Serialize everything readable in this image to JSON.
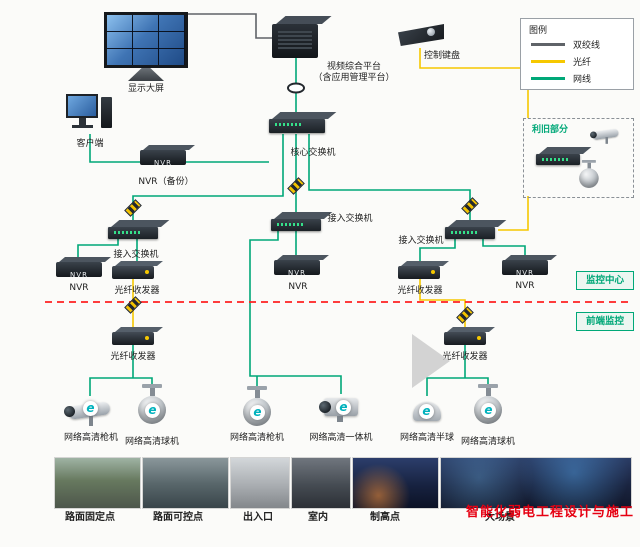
{
  "colors": {
    "twisted_pair": "#5f6368",
    "fiber": "#f6c800",
    "network_cable": "#00a878",
    "divider_red": "#ff2222",
    "brand_teal": "#00b2bd",
    "watermark_red": "#e60012"
  },
  "legend": {
    "title": "图例",
    "items": [
      {
        "label": "双绞线",
        "color_key": "twisted_pair"
      },
      {
        "label": "光纤",
        "color_key": "fiber"
      },
      {
        "label": "网线",
        "color_key": "network_cable"
      }
    ]
  },
  "devices": {
    "display_wall": "显示大屏",
    "platform_line1": "视频综合平台",
    "platform_line2": "（含应用管理平台）",
    "keyboard": "控制键盘",
    "client": "客户端",
    "core_switch": "核心交换机",
    "nvr_backup_label": "NVR（备份）",
    "access_switch": "接入交换机",
    "nvr_label": "NVR",
    "nvr_device_text": "NVR",
    "fiber_transceiver": "光纤收发器"
  },
  "reuse_box": {
    "title": "利旧部分"
  },
  "zones": {
    "center": "监控中心",
    "front": "前端监控"
  },
  "icons": {
    "brand_letter": "e"
  },
  "cameras": [
    {
      "label": "网络高清枪机"
    },
    {
      "label": "网络高清球机"
    },
    {
      "label": "网络高清枪机"
    },
    {
      "label": "网络高清一体机"
    },
    {
      "label": "网络高清半球"
    },
    {
      "label": "网络高清球机"
    }
  ],
  "scenes": [
    {
      "label": "路面固定点"
    },
    {
      "label": "路面可控点"
    },
    {
      "label": "出入口"
    },
    {
      "label": "室内"
    },
    {
      "label": "制高点"
    },
    {
      "label": "大场景"
    }
  ],
  "watermark": "智能化弱电工程设计与施工"
}
